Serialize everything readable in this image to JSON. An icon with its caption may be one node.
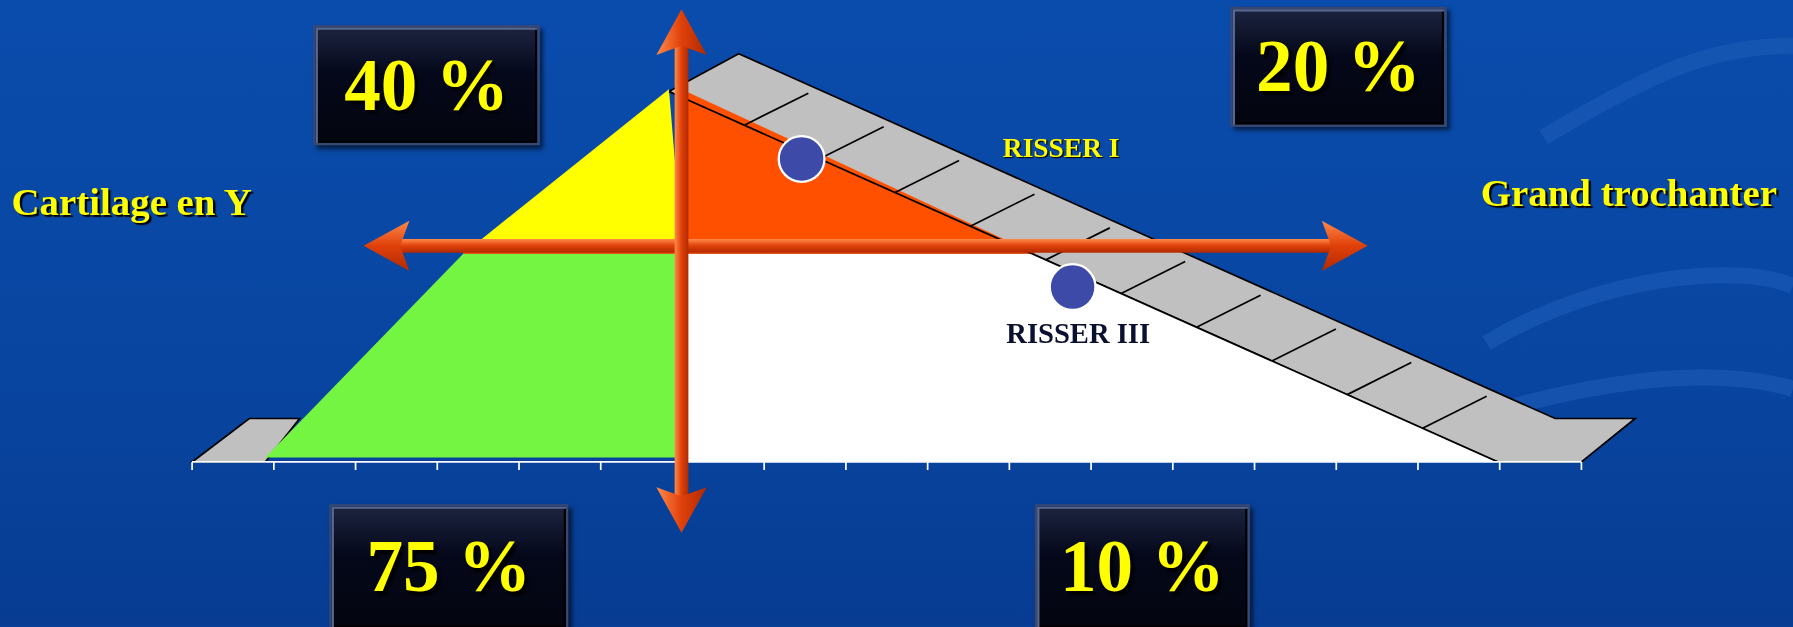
{
  "diagram": {
    "nodes": [
      {
        "text": [
          "40 %"
        ]
      },
      {
        "text": [
          "20 %"
        ]
      },
      {
        "text": [
          "75 %"
        ]
      },
      {
        "text": [
          "10 %"
        ]
      }
    ],
    "edges": [],
    "labels": [
      "Cartilage en Y",
      "Grand trochanter",
      "RISSER I",
      "RISSER III"
    ]
  }
}
